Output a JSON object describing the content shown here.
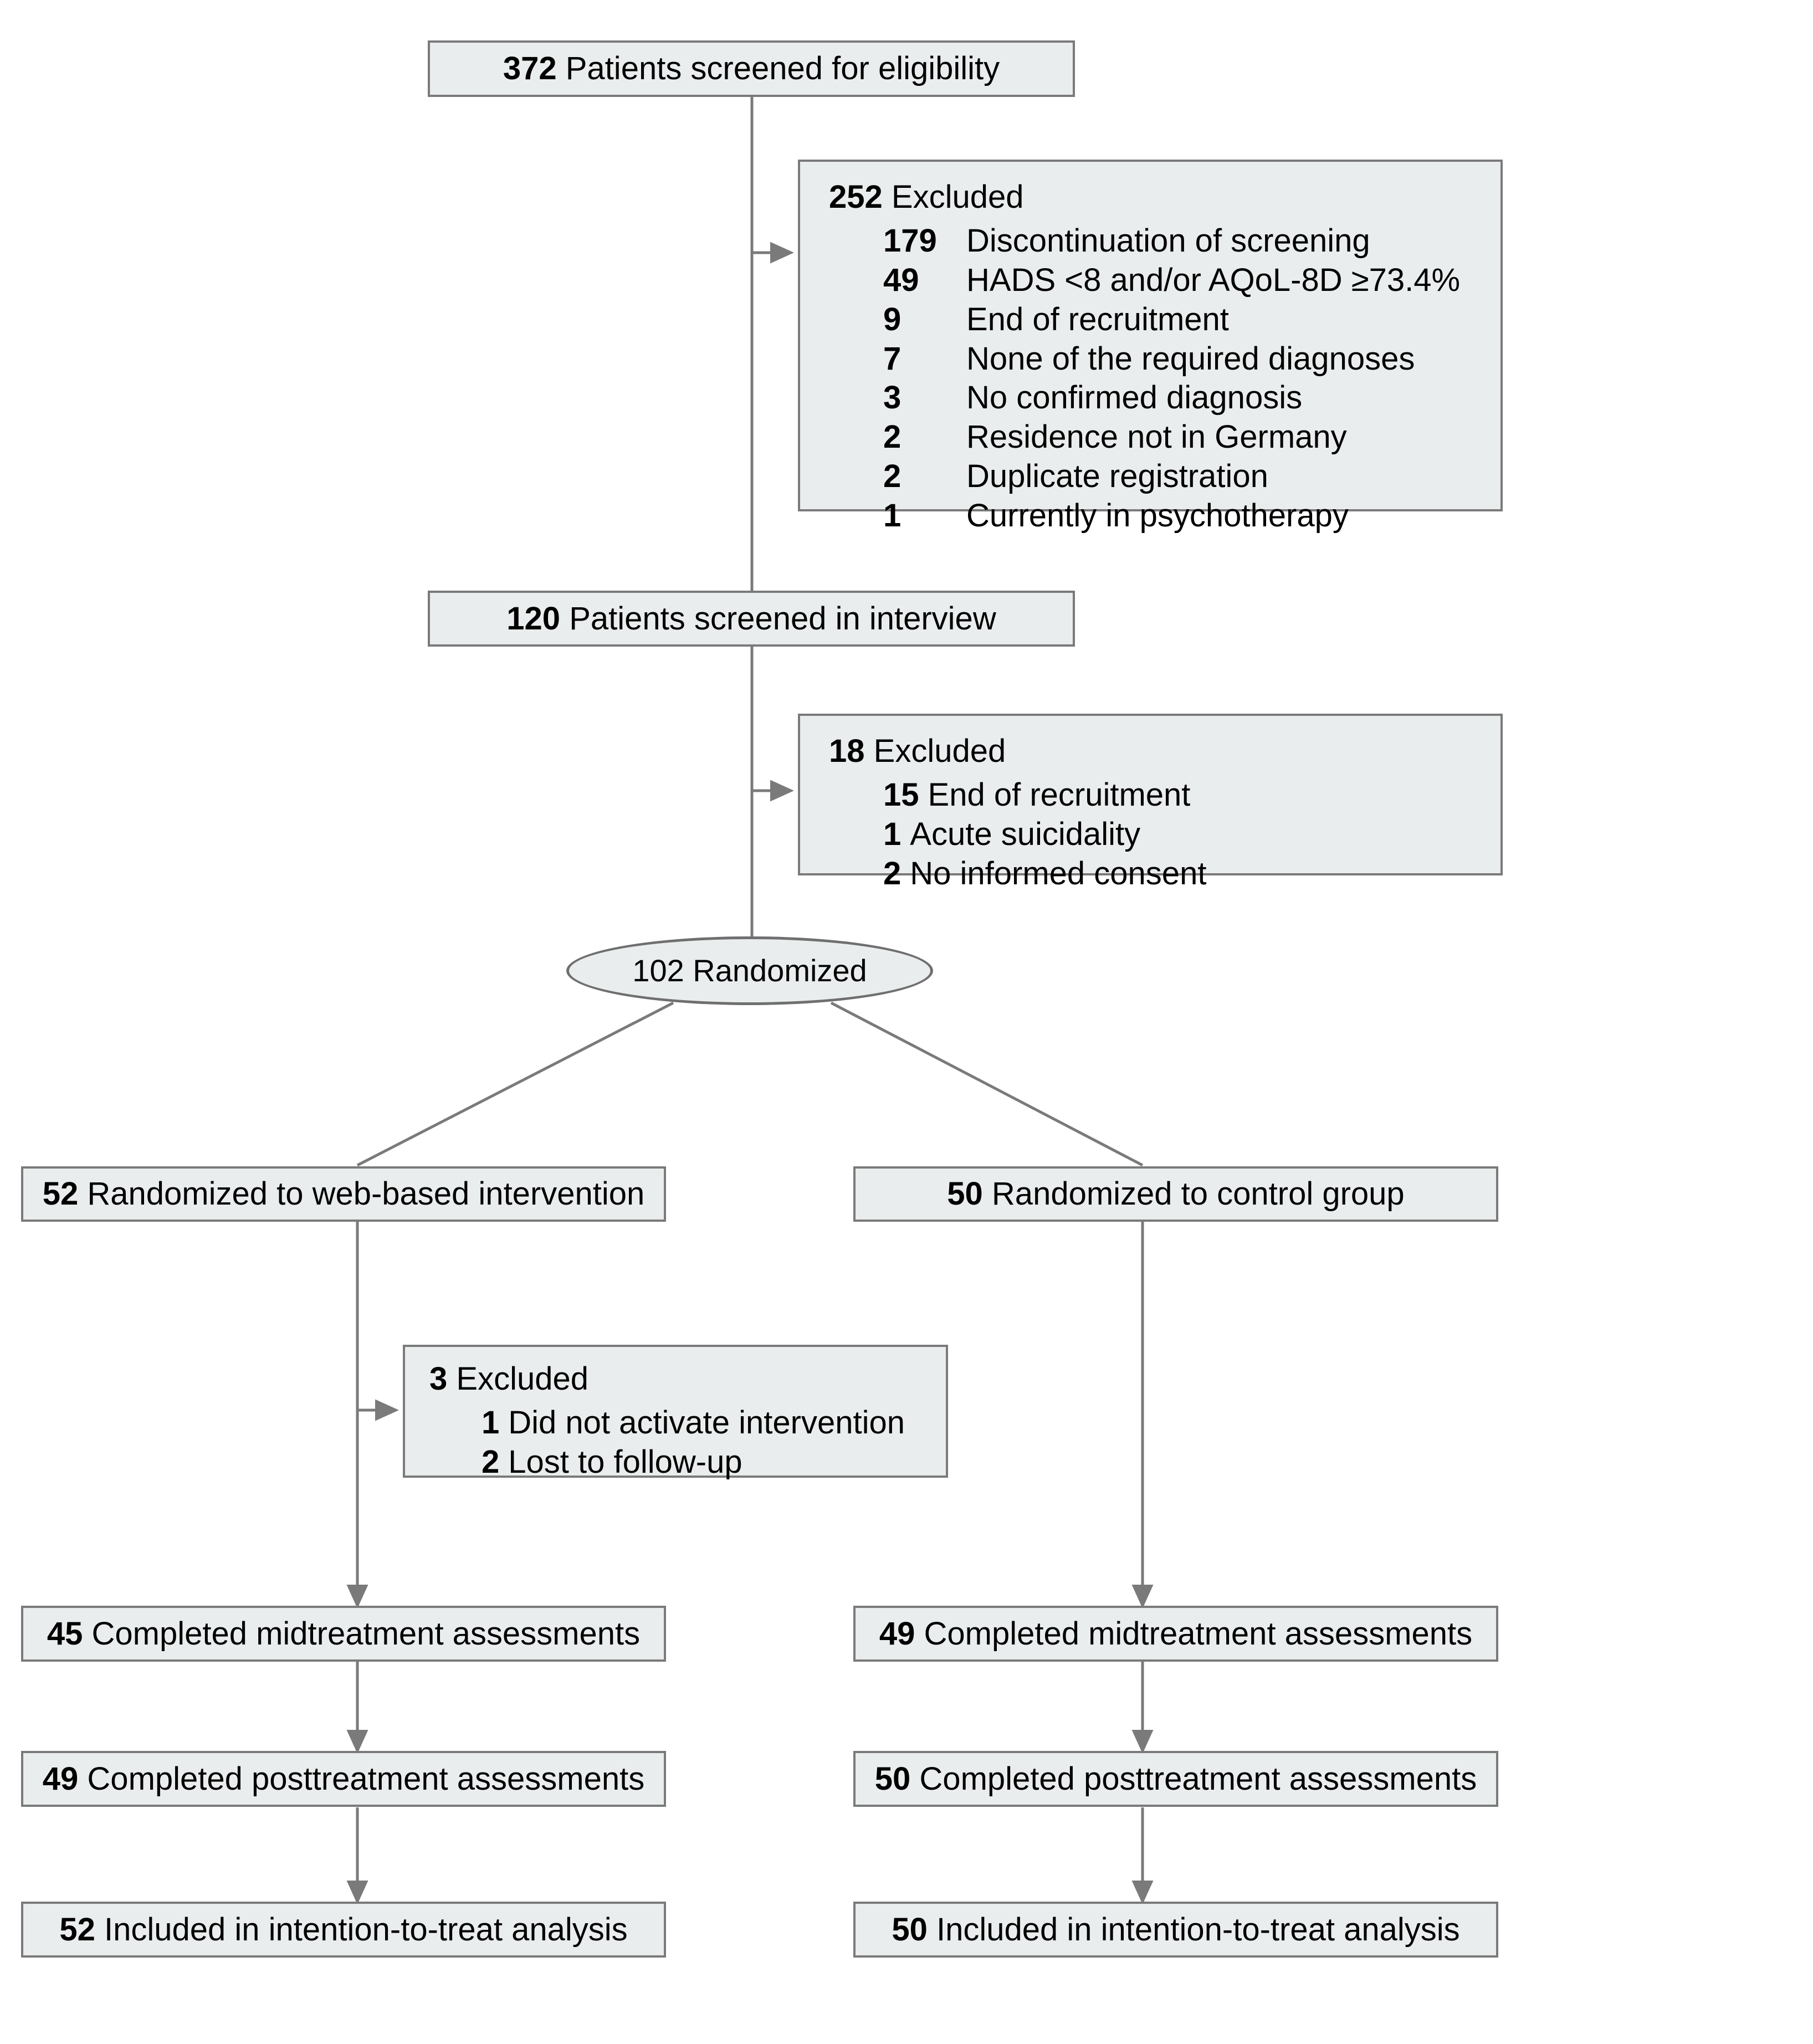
{
  "diagram": {
    "type": "consort-flow-diagram",
    "colors": {
      "box_fill": "#eaeded",
      "box_border": "#7a7a7a",
      "connector": "#7a7a7a",
      "text": "#000000",
      "background": "#ffffff"
    },
    "nodes": {
      "screened_eligibility": {
        "count": "372",
        "label": "Patients screened for eligibility"
      },
      "excluded_screening": {
        "count": "252",
        "label": "Excluded",
        "reasons": [
          {
            "count": "179",
            "label": "Discontinuation of screening"
          },
          {
            "count": "49",
            "label": "HADS <8 and/or AQoL-8D ≥73.4%"
          },
          {
            "count": "9",
            "label": "End of recruitment"
          },
          {
            "count": "7",
            "label": "None of the required diagnoses"
          },
          {
            "count": "3",
            "label": "No confirmed diagnosis"
          },
          {
            "count": "2",
            "label": "Residence not in Germany"
          },
          {
            "count": "2",
            "label": "Duplicate registration"
          },
          {
            "count": "1",
            "label": "Currently in psychotherapy"
          }
        ]
      },
      "screened_interview": {
        "count": "120",
        "label": "Patients screened in interview"
      },
      "excluded_interview": {
        "count": "18",
        "label": "Excluded",
        "reasons": [
          {
            "count": "15",
            "label": "End of recruitment"
          },
          {
            "count": "1",
            "label": "Acute suicidality"
          },
          {
            "count": "2",
            "label": "No informed consent"
          }
        ]
      },
      "randomized": {
        "count": "102",
        "label": "Randomized"
      },
      "arm_intervention": {
        "count": "52",
        "label": "Randomized to web-based intervention"
      },
      "arm_control": {
        "count": "50",
        "label": "Randomized to control group"
      },
      "excluded_intervention": {
        "count": "3",
        "label": "Excluded",
        "reasons": [
          {
            "count": "1",
            "label": "Did not activate intervention"
          },
          {
            "count": "2",
            "label": "Lost to follow-up"
          }
        ]
      },
      "mid_intervention": {
        "count": "45",
        "label": "Completed midtreatment assessments"
      },
      "mid_control": {
        "count": "49",
        "label": "Completed midtreatment assessments"
      },
      "post_intervention": {
        "count": "49",
        "label": "Completed posttreatment assessments"
      },
      "post_control": {
        "count": "50",
        "label": "Completed posttreatment assessments"
      },
      "itt_intervention": {
        "count": "52",
        "label": "Included in intention-to-treat analysis"
      },
      "itt_control": {
        "count": "50",
        "label": "Included in intention-to-treat analysis"
      }
    }
  }
}
